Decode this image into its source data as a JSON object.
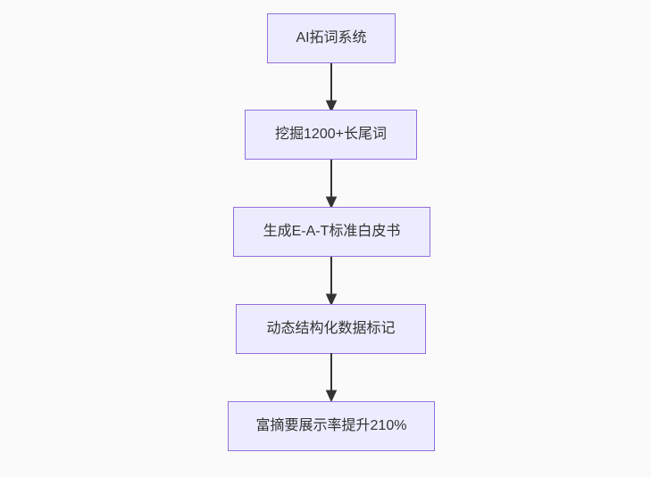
{
  "diagram": {
    "type": "flowchart",
    "direction": "top-down",
    "nodes": [
      {
        "id": "n1",
        "label": "AI拓词系统"
      },
      {
        "id": "n2",
        "label": "挖掘1200+长尾词"
      },
      {
        "id": "n3",
        "label": "生成E-A-T标准白皮书"
      },
      {
        "id": "n4",
        "label": "动态结构化数据标记"
      },
      {
        "id": "n5",
        "label": "富摘要展示率提升210%"
      }
    ],
    "edges": [
      {
        "from": "n1",
        "to": "n2"
      },
      {
        "from": "n2",
        "to": "n3"
      },
      {
        "from": "n3",
        "to": "n4"
      },
      {
        "from": "n4",
        "to": "n5"
      }
    ],
    "colors": {
      "canvas_bg": "#fafafa",
      "node_fill": "#ececff",
      "node_border": "#9370db",
      "arrow": "#333333",
      "text": "#333333"
    }
  }
}
